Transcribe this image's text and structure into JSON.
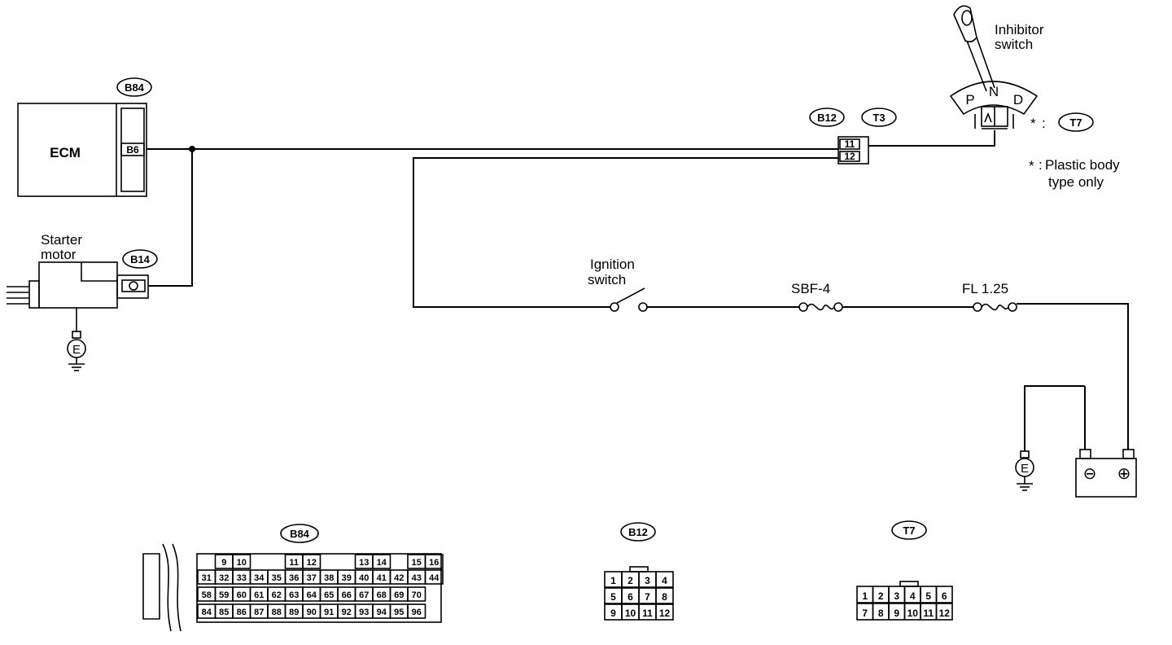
{
  "components": {
    "ecm": {
      "label": "ECM",
      "connector": "B84",
      "terminal": "B6"
    },
    "starter_motor": {
      "label_line1": "Starter",
      "label_line2": "motor",
      "connector": "B14"
    },
    "ground_symbol": "E",
    "inhibitor_switch": {
      "label_line1": "Inhibitor",
      "label_line2": "switch",
      "positions": [
        "P",
        "N",
        "D"
      ]
    },
    "junction": {
      "connectors": [
        "B12",
        "T3"
      ],
      "terminals": [
        "11",
        "12"
      ]
    },
    "note": {
      "star": "*",
      "colon": ":",
      "ref_connector": "T7",
      "text_line1": "Plastic body",
      "text_line2": "type only"
    },
    "ignition_switch": {
      "label_line1": "Ignition",
      "label_line2": "switch"
    },
    "fuse1": {
      "label": "SBF-4"
    },
    "fuse2": {
      "label": "FL 1.25"
    },
    "battery": {
      "negative": "⊖",
      "positive": "⊕"
    }
  },
  "connector_views": {
    "b84": {
      "name": "B84",
      "row1": [
        "9",
        "10",
        "11",
        "12",
        "13",
        "14",
        "15",
        "16"
      ],
      "row2": [
        "31",
        "32",
        "33",
        "34",
        "35",
        "36",
        "37",
        "38",
        "39",
        "40",
        "41",
        "42",
        "43",
        "44"
      ],
      "row3": [
        "58",
        "59",
        "60",
        "61",
        "62",
        "63",
        "64",
        "65",
        "66",
        "67",
        "68",
        "69",
        "70"
      ],
      "row4": [
        "84",
        "85",
        "86",
        "87",
        "88",
        "89",
        "90",
        "91",
        "92",
        "93",
        "94",
        "95",
        "96"
      ]
    },
    "b12": {
      "name": "B12",
      "rows": [
        [
          "1",
          "2",
          "3",
          "4"
        ],
        [
          "5",
          "6",
          "7",
          "8"
        ],
        [
          "9",
          "10",
          "11",
          "12"
        ]
      ]
    },
    "t7": {
      "name": "T7",
      "rows": [
        [
          "1",
          "2",
          "3",
          "4",
          "5",
          "6"
        ],
        [
          "7",
          "8",
          "9",
          "10",
          "11",
          "12"
        ]
      ]
    }
  },
  "icons": [
    "ground-icon",
    "fuse-icon",
    "battery-icon",
    "switch-icon",
    "connector-icon"
  ]
}
